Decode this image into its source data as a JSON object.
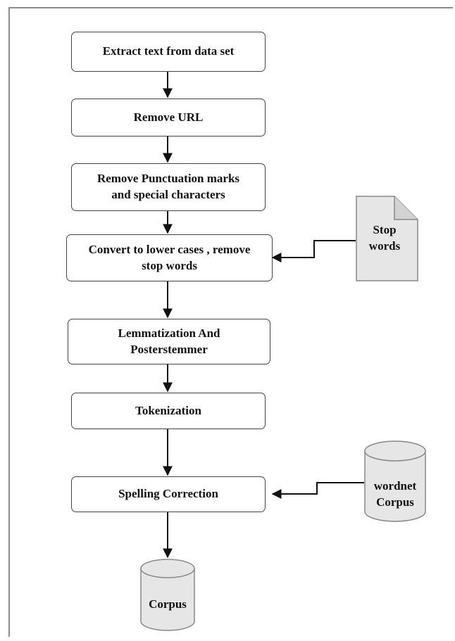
{
  "colors": {
    "frame": "#8c8c8c",
    "box_border": "#444444",
    "arrow": "#111111",
    "shape_fill": "#e6e6e6",
    "text": "#111111"
  },
  "steps": [
    {
      "label": "Extract text from data set"
    },
    {
      "label": "Remove URL"
    },
    {
      "label_lines": [
        "Remove Punctuation marks",
        "and special characters"
      ]
    },
    {
      "label_lines": [
        "Convert to lower cases , remove",
        "stop words"
      ]
    },
    {
      "label_lines": [
        "Lemmatization And",
        "Posterstemmer"
      ]
    },
    {
      "label": "Tokenization"
    },
    {
      "label": "Spelling Correction"
    }
  ],
  "inputs": {
    "stop_words": {
      "shape": "document",
      "label_lines": [
        "Stop",
        "words"
      ]
    },
    "wordnet": {
      "shape": "database",
      "label_lines": [
        "wordnet",
        "Corpus"
      ]
    }
  },
  "output": {
    "shape": "database",
    "label": "Corpus"
  }
}
